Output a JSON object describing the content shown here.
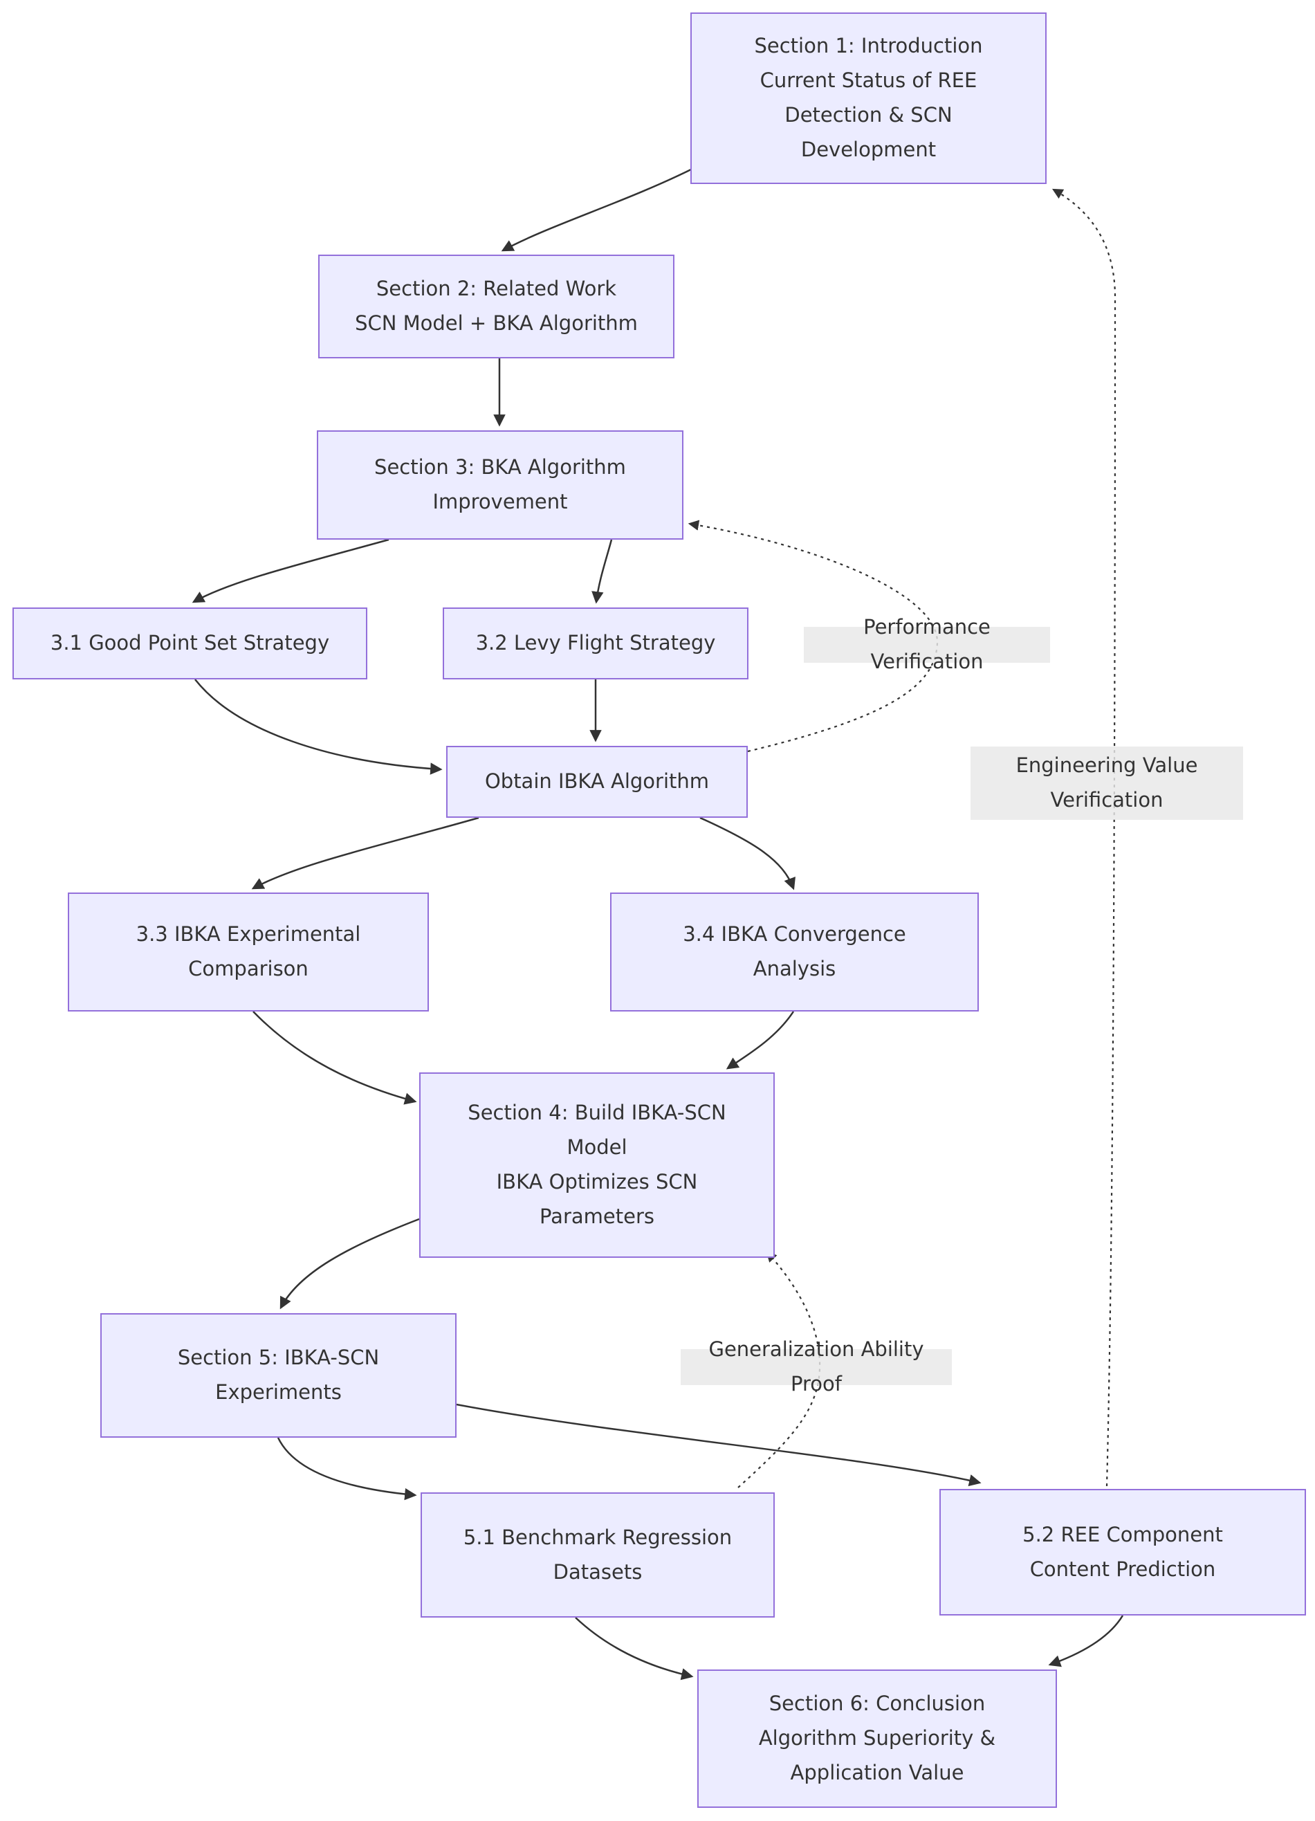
{
  "diagram": {
    "type": "flowchart",
    "background_color": "#ffffff",
    "node_fill_color": "#ECECFF",
    "node_border_color": "#9370DB",
    "text_color": "#333333",
    "edge_color": "#333333",
    "edge_label_background": "#e8e8e8"
  },
  "nodes": {
    "section1": {
      "label": "Section 1: Introduction\nCurrent Status of REE\nDetection & SCN\nDevelopment"
    },
    "section2": {
      "label": "Section 2: Related Work\nSCN Model + BKA Algorithm"
    },
    "section3": {
      "label": "Section 3: BKA Algorithm\nImprovement"
    },
    "s31": {
      "label": "3.1 Good Point Set Strategy"
    },
    "s32": {
      "label": "3.2 Levy Flight Strategy"
    },
    "obtain": {
      "label": "Obtain IBKA Algorithm"
    },
    "s33": {
      "label": "3.3 IBKA Experimental\nComparison"
    },
    "s34": {
      "label": "3.4 IBKA Convergence\nAnalysis"
    },
    "section4": {
      "label": "Section 4: Build IBKA-SCN\nModel\nIBKA Optimizes SCN\nParameters"
    },
    "section5": {
      "label": "Section 5: IBKA-SCN\nExperiments"
    },
    "s51": {
      "label": "5.1 Benchmark Regression\nDatasets"
    },
    "s52": {
      "label": "5.2 REE Component\nContent Prediction"
    },
    "section6": {
      "label": "Section 6: Conclusion\nAlgorithm Superiority &\nApplication Value"
    }
  },
  "edge_labels": {
    "performance": "Performance Verification",
    "engineering": "Engineering Value\nVerification",
    "generalization": "Generalization Ability Proof"
  }
}
